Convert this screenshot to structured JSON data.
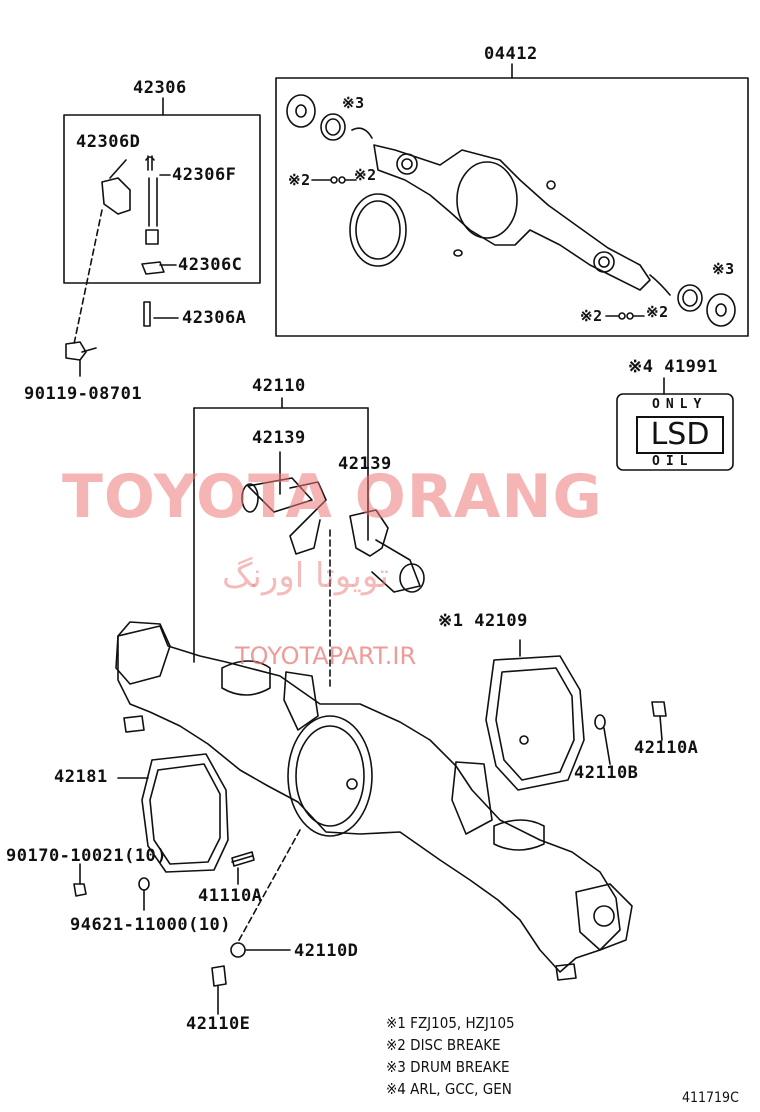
{
  "labels": {
    "p04412": "04412",
    "p42306": "42306",
    "p42306D": "42306D",
    "p42306F": "42306F",
    "p42306C": "42306C",
    "p42306A": "42306A",
    "p90119": "90119-08701",
    "p42110": "42110",
    "p42139a": "42139",
    "p42139b": "42139",
    "p41991": "※4 41991",
    "p42109": "※1 42109",
    "p42110A": "42110A",
    "p42110B": "42110B",
    "p42181": "42181",
    "p90170": "90170-10021(10)",
    "p94621": "94621-11000(10)",
    "p41110A": "41110A",
    "p42110D": "42110D",
    "p42110E": "42110E",
    "m3a": "※3",
    "m3b": "※3",
    "m2a": "※2",
    "m2b": "※2",
    "m2c": "※2",
    "m2d": "※2"
  },
  "lsd_plate": {
    "top": "ONLY",
    "main": "LSD",
    "bottom": "OIL"
  },
  "notes": [
    "※1 FZJ105, HZJ105",
    "※2 DISC BREAKE",
    "※3 DRUM BREAKE",
    "※4 ARL, GCC, GEN"
  ],
  "figure_code": "411719C",
  "watermark": {
    "brand": "TOYOTA ORANG",
    "persian": "تویوتا اورنگ",
    "site": "TOYOTAPART.IR",
    "color": "#ec7878"
  }
}
